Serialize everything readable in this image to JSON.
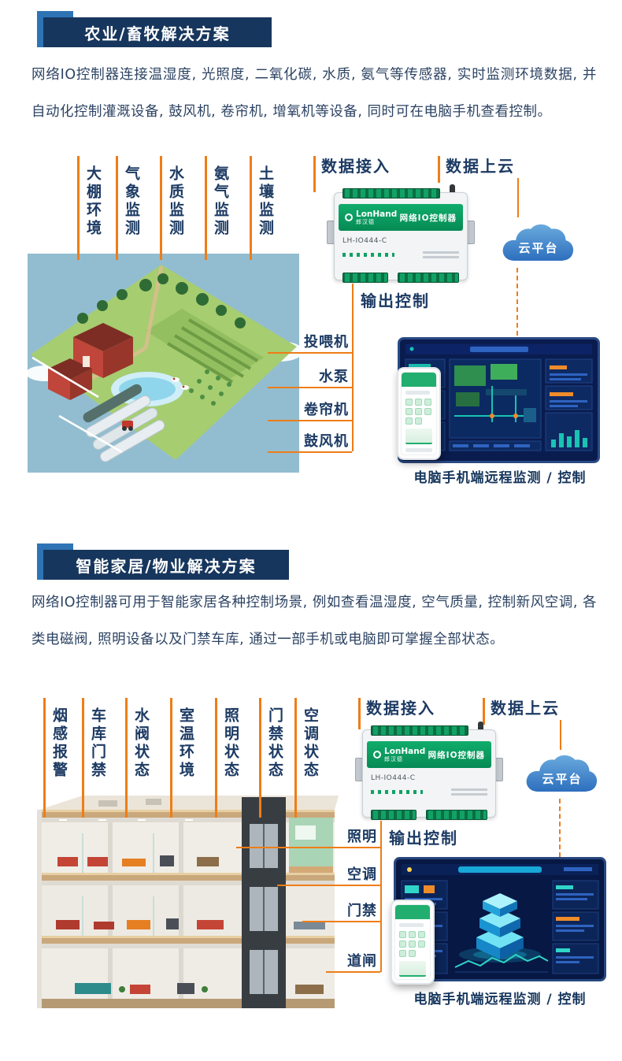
{
  "sections": [
    {
      "title": "农业/畜牧解决方案",
      "paragraph": "网络IO控制器连接温湿度, 光照度, 二氧化碳, 水质, 氨气等传感器, 实时监测环境数据, 并自动化控制灌溉设备, 鼓风机, 卷帘机, 增氧机等设备, 同时可在电脑手机查看控制。",
      "monitor_labels": [
        "大棚环境",
        "气象监测",
        "水质监测",
        "氨气监测",
        "土壤监测"
      ],
      "data_in": "数据接入",
      "data_up": "数据上云",
      "cloud": "云平台",
      "output_title": "输出控制",
      "outputs": [
        "投喂机",
        "水泵",
        "卷帘机",
        "鼓风机"
      ],
      "caption": "电脑手机端远程监测 / 控制"
    },
    {
      "title": "智能家居/物业解决方案",
      "paragraph": "网络IO控制器可用于智能家居各种控制场景, 例如查看温湿度, 空气质量, 控制新风空调, 各类电磁阀, 照明设备以及门禁车库, 通过一部手机或电脑即可掌握全部状态。",
      "monitor_labels": [
        "烟感报警",
        "车库门禁",
        "水阀状态",
        "室温环境",
        "照明状态",
        "门禁状态",
        "空调状态"
      ],
      "data_in": "数据接入",
      "data_up": "数据上云",
      "cloud": "云平台",
      "output_title": "输出控制",
      "outputs": [
        "照明",
        "空调",
        "门禁",
        "道闸"
      ],
      "caption": "电脑手机端远程监测 / 控制"
    }
  ],
  "device": {
    "brand": "LonHand",
    "brand_cn": "郎汉德",
    "product": "网络IO控制器",
    "model": "LH-IO444-C"
  },
  "colors": {
    "title_bg": "#17365d",
    "title_accent": "#2e74b5",
    "line_orange": "#ee7d17",
    "label_navy": "#1c3a63",
    "cloud_blue": "#3f87cd",
    "device_green": "#0aa264",
    "screen_navy": "#0a1c4e"
  }
}
